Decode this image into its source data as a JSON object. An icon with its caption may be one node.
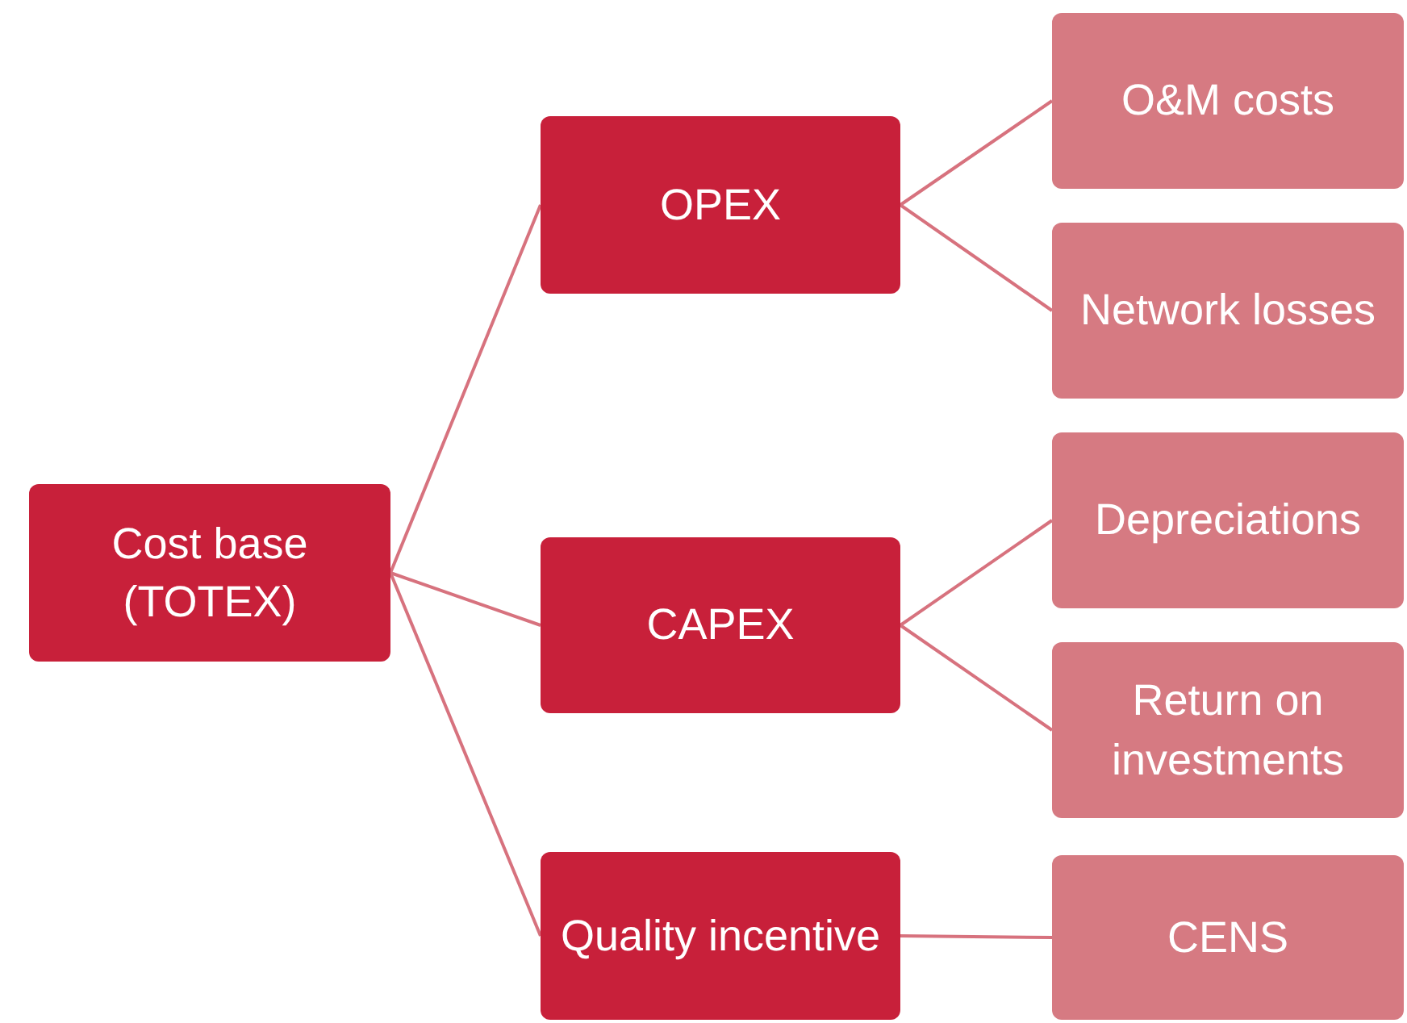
{
  "diagram": {
    "nodes": [
      {
        "text": [
          "Cost base (TOTEX)"
        ]
      },
      {
        "text": [
          "OPEX"
        ]
      },
      {
        "text": [
          "CAPEX"
        ]
      },
      {
        "text": [
          "Quality incentive"
        ]
      },
      {
        "text": [
          "O&M costs"
        ]
      },
      {
        "text": [
          "Network losses"
        ]
      },
      {
        "text": [
          "Depreciations"
        ]
      },
      {
        "text": [
          "Return on investments"
        ]
      },
      {
        "text": [
          "CENS"
        ]
      }
    ],
    "edges": [
      {
        "from": 0,
        "to": 1,
        "arrow": "none"
      },
      {
        "from": 0,
        "to": 2,
        "arrow": "none"
      },
      {
        "from": 0,
        "to": 3,
        "arrow": "none"
      },
      {
        "from": 1,
        "to": 4,
        "arrow": "none"
      },
      {
        "from": 1,
        "to": 5,
        "arrow": "none"
      },
      {
        "from": 2,
        "to": 6,
        "arrow": "none"
      },
      {
        "from": 2,
        "to": 7,
        "arrow": "none"
      },
      {
        "from": 3,
        "to": 8,
        "arrow": "none"
      }
    ]
  }
}
